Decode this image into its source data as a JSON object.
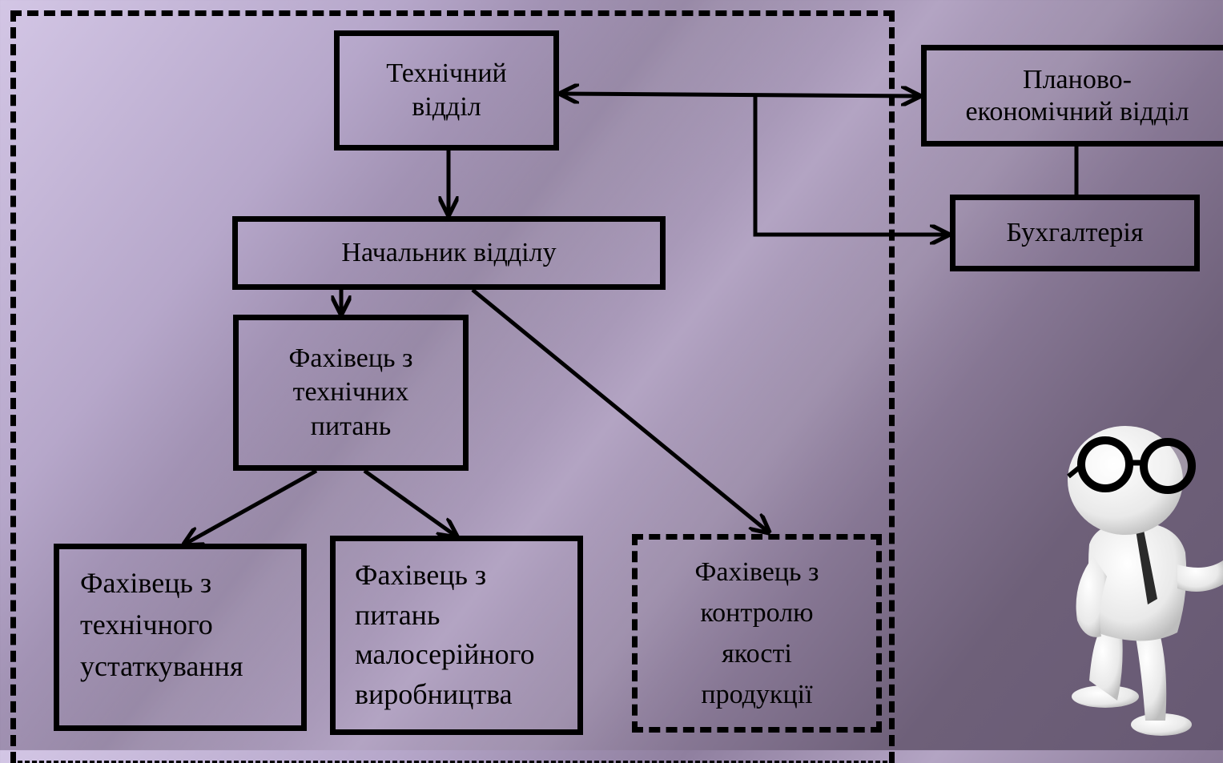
{
  "diagram": {
    "nodes": {
      "technical_dept": "Технічний\nвідділ",
      "head_of_dept": "Начальник відділу",
      "technical_specialist": "Фахівець з\nтехнічних\nпитань",
      "equipment_specialist": "Фахівець з\nтехнічного\nустаткування",
      "small_batch_specialist": "Фахівець з\nпитань\nмалосерійного\nвиробництва",
      "quality_specialist": "Фахівець з\nконтролю\nякості\nпродукції",
      "planning_economic_dept": "Планово-\nекономічний відділ",
      "accounting": "Бухгалтерія"
    },
    "edges": [
      {
        "from": "technical_dept",
        "to": "head_of_dept"
      },
      {
        "from": "head_of_dept",
        "to": "technical_specialist"
      },
      {
        "from": "head_of_dept",
        "to": "quality_specialist"
      },
      {
        "from": "technical_specialist",
        "to": "equipment_specialist"
      },
      {
        "from": "technical_specialist",
        "to": "small_batch_specialist"
      },
      {
        "from": "technical_dept",
        "to": "planning_economic_dept",
        "bidirectional": true
      },
      {
        "from": "technical_dept",
        "to": "accounting"
      },
      {
        "from": "planning_economic_dept",
        "to": "accounting",
        "arrow": false
      }
    ],
    "colors": {
      "line": "#000000",
      "text": "#000000"
    }
  },
  "illustration": {
    "icon": "3d-person-with-glasses-icon"
  }
}
